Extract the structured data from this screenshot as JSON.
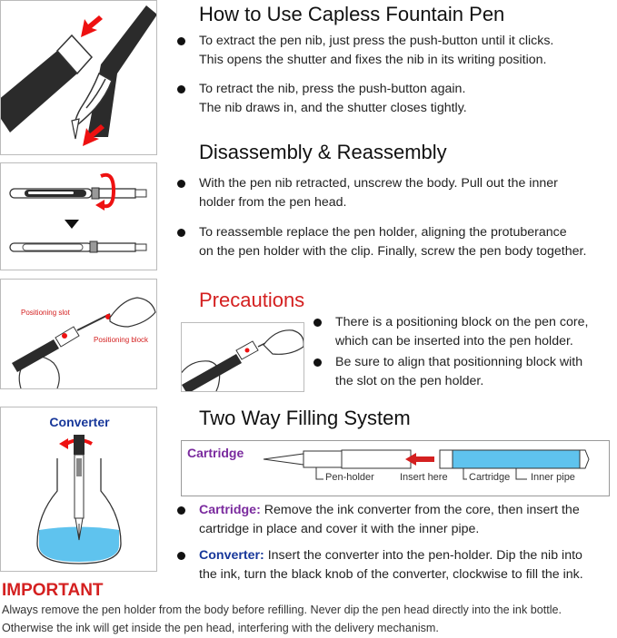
{
  "sections": {
    "howto": {
      "title": "How to Use Capless Fountain Pen",
      "bullets": [
        {
          "lines": [
            "To extract the pen nib, just press the push-button until it clicks.",
            "This opens the shutter and fixes the nib in its writing position."
          ]
        },
        {
          "lines": [
            "To retract the nib, press the push-button again.",
            "The nib draws in, and the shutter closes tightly."
          ]
        }
      ]
    },
    "disassembly": {
      "title": "Disassembly & Reassembly",
      "bullets": [
        {
          "lines": [
            "With the pen nib retracted, unscrew the body. Pull out the inner",
            "holder from the pen head."
          ]
        },
        {
          "lines": [
            "To reassemble replace the pen holder, aligning the protuberance",
            "on the pen holder with the clip. Finally, screw the pen body together."
          ]
        }
      ]
    },
    "precautions": {
      "title": "Precautions",
      "bullets": [
        {
          "lines": [
            "There is a positioning block on the pen core,",
            "which can be inserted into the pen holder."
          ]
        },
        {
          "lines": [
            "Be sure to align that positionning block with",
            "the slot on the pen holder."
          ]
        }
      ],
      "image_labels": {
        "slot": "Positioning slot",
        "block": "Positioning block"
      }
    },
    "filling": {
      "title": "Two Way Filling System",
      "converter_label": "Converter",
      "cartridge_box": {
        "title": "Cartridge",
        "labels": {
          "pen_holder": "Pen-holder",
          "insert_here": "Insert here",
          "cartridge": "Cartridge",
          "inner_pipe": "Inner pipe"
        }
      },
      "bullets": [
        {
          "keyword": "Cartridge:",
          "line1": " Remove the ink converter from the core, then insert the",
          "line2": "cartridge in place and cover it with the inner pipe."
        },
        {
          "keyword": "Converter:",
          "line1": " Insert the converter into the pen-holder. Dip the nib into",
          "line2": "the ink, turn the black knob of the converter, clockwise to fill the ink."
        }
      ]
    },
    "important": {
      "title": "IMPORTANT",
      "lines": [
        "Always remove the pen holder from the body before refilling. Never dip the pen head directly into the ink bottle.",
        "Otherwise the ink will get inside the pen head, interfering with the delivery mechanism."
      ]
    }
  },
  "colors": {
    "accent_red": "#d42020",
    "keyword_purple": "#7a2a9e",
    "keyword_blue": "#17379a",
    "ink_blue": "#5fc3ee"
  }
}
